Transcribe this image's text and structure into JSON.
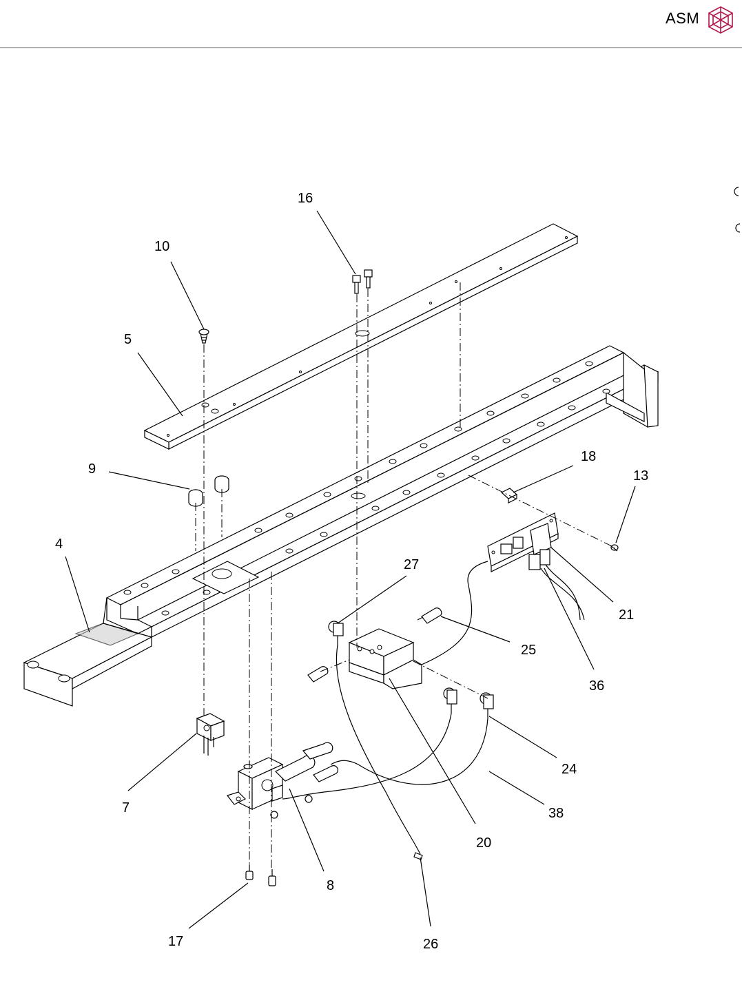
{
  "header": {
    "brand": "ASM",
    "logo_icon": "asm-cube-logo-icon",
    "accent": "#b0174d"
  },
  "callouts": {
    "c4": "4",
    "c5": "5",
    "c7": "7",
    "c8": "8",
    "c9": "9",
    "c10": "10",
    "c13": "13",
    "c16": "16",
    "c17": "17",
    "c18": "18",
    "c20": "20",
    "c21": "21",
    "c24": "24",
    "c25": "25",
    "c26": "26",
    "c27": "27",
    "c36": "36",
    "c38": "38"
  }
}
